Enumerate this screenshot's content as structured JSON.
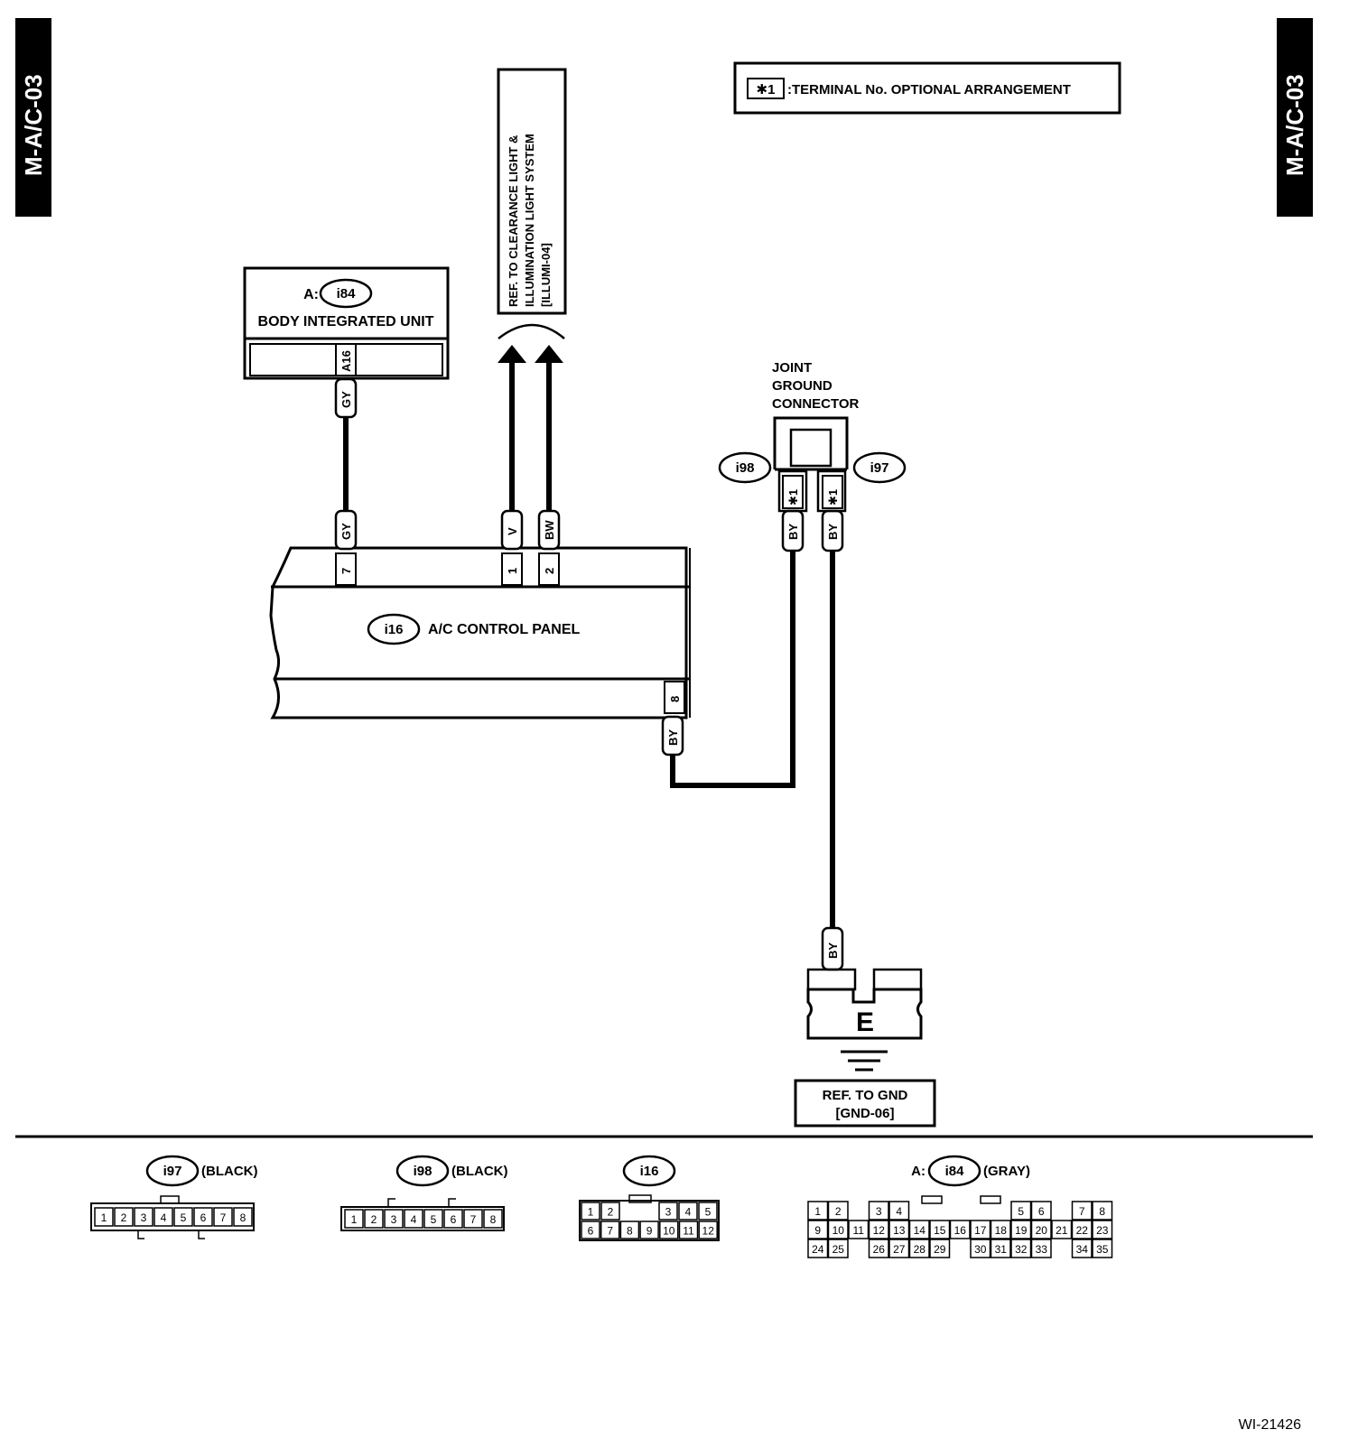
{
  "page_tag": "M-A/C-03",
  "figure_id": "WI-21426",
  "legend": {
    "symbol": "✱1",
    "text": ":TERMINAL No. OPTIONAL ARRANGEMENT"
  },
  "reference_box": {
    "lines": [
      "REF. TO CLEARANCE LIGHT &",
      "ILLUMINATION LIGHT SYSTEM",
      "[ILLUMI-04]"
    ]
  },
  "body_unit": {
    "prefix": "A:",
    "connector": "i84",
    "name": "BODY INTEGRATED UNIT",
    "terminal": "A16"
  },
  "ac_panel": {
    "connector": "i16",
    "name": "A/C CONTROL PANEL",
    "terminals": [
      "7",
      "1",
      "2",
      "8"
    ]
  },
  "joint_connector": {
    "label_lines": [
      "JOINT",
      "GROUND",
      "CONNECTOR"
    ],
    "left_connector": "i98",
    "right_connector": "i97",
    "terminal_mark": "✱1"
  },
  "wires": {
    "gy": "GY",
    "v": "V",
    "bw": "BW",
    "by": "BY"
  },
  "ground": {
    "letter": "E",
    "ref_lines": [
      "REF. TO GND",
      "[GND-06]"
    ]
  },
  "connector_views": [
    {
      "id": "i97",
      "color": "(BLACK)",
      "rows": [
        [
          "1",
          "2",
          "3",
          "4",
          "5",
          "6",
          "7",
          "8"
        ]
      ]
    },
    {
      "id": "i98",
      "color": "(BLACK)",
      "rows": [
        [
          "1",
          "2",
          "3",
          "4",
          "5",
          "6",
          "7",
          "8"
        ]
      ]
    },
    {
      "id": "i16",
      "color": "",
      "rows": [
        [
          "1",
          "2",
          "",
          "3",
          "4",
          "5"
        ],
        [
          "6",
          "7",
          "8",
          "9",
          "10",
          "11",
          "12"
        ]
      ]
    },
    {
      "id": "i84",
      "prefix": "A:",
      "color": "(GRAY)",
      "rows": [
        [
          "1",
          "2",
          "3",
          "4",
          "5",
          "6",
          "7",
          "8"
        ],
        [
          "9",
          "10",
          "11",
          "12",
          "13",
          "14",
          "15",
          "16",
          "17",
          "18",
          "19",
          "20",
          "21",
          "22",
          "23"
        ],
        [
          "24",
          "25",
          "26",
          "27",
          "28",
          "29",
          "30",
          "31",
          "32",
          "33",
          "34",
          "35"
        ]
      ]
    }
  ]
}
